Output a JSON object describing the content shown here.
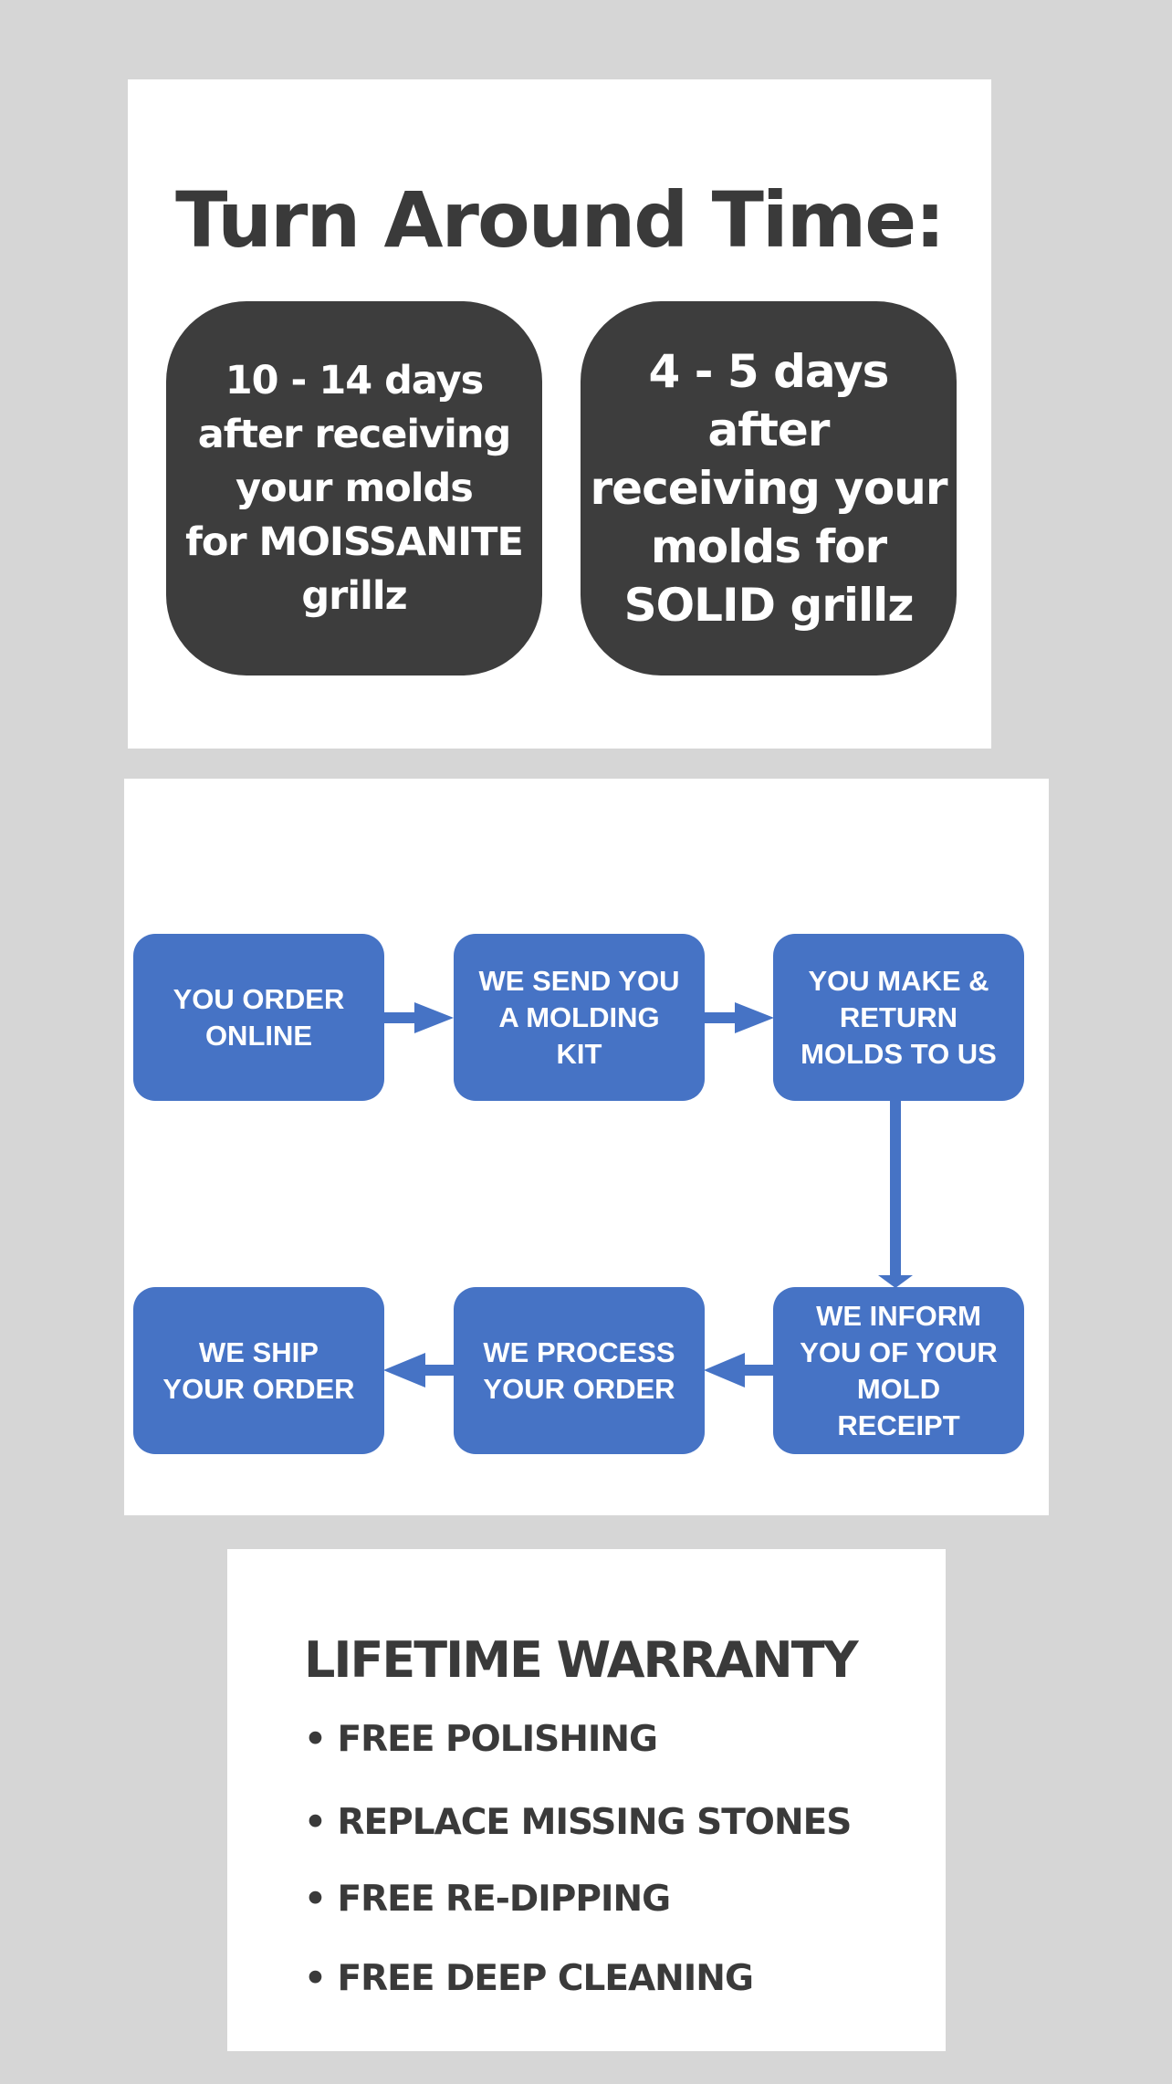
{
  "turnaround": {
    "title": "Turn Around Time:",
    "moissanite_lines": [
      "10 - 14 days",
      "after receiving",
      "your molds",
      "for MOISSANITE",
      "grillz"
    ],
    "solid_lines": [
      "4 - 5 days",
      "after",
      "receiving your",
      "molds for",
      "SOLID grillz"
    ]
  },
  "process": {
    "steps": [
      {
        "lines": [
          "YOU ORDER",
          "ONLINE"
        ]
      },
      {
        "lines": [
          "WE SEND YOU",
          "A MOLDING",
          "KIT"
        ]
      },
      {
        "lines": [
          "YOU MAKE &",
          "RETURN",
          "MOLDS TO US"
        ]
      },
      {
        "lines": [
          "WE INFORM",
          "YOU OF YOUR",
          "MOLD",
          "RECEIPT"
        ]
      },
      {
        "lines": [
          "WE PROCESS",
          "YOUR ORDER"
        ]
      },
      {
        "lines": [
          "WE SHIP",
          "YOUR ORDER"
        ]
      }
    ],
    "color": "#4673c5"
  },
  "warranty": {
    "title": "LIFETIME WARRANTY",
    "items": [
      "• FREE POLISHING",
      "• REPLACE MISSING STONES",
      "• FREE RE-DIPPING",
      "• FREE DEEP CLEANING"
    ]
  }
}
